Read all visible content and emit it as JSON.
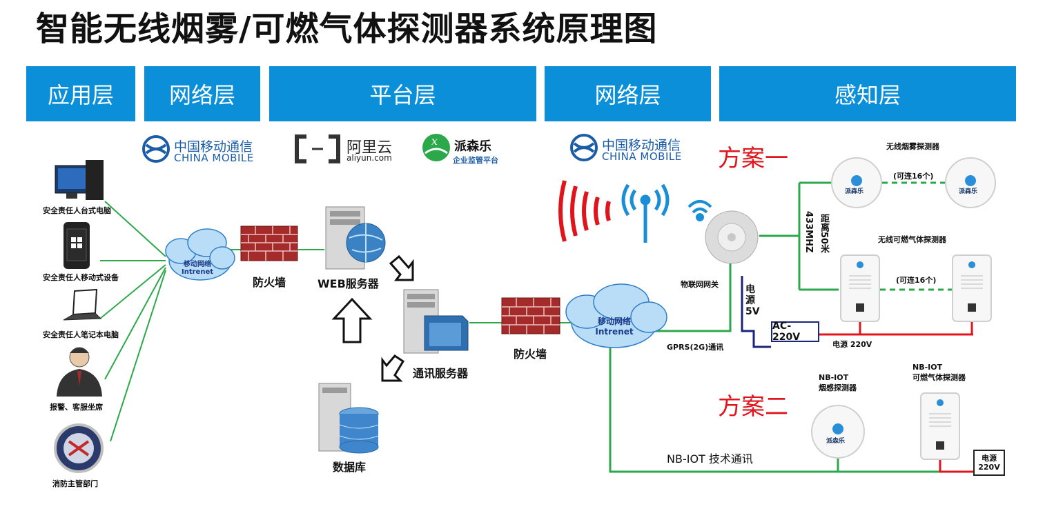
{
  "title": "智能无线烟雾/可燃气体探测器系统原理图",
  "layers": [
    "应用层",
    "网络层",
    "平台层",
    "网络层",
    "感知层"
  ],
  "logos": {
    "china_mobile_cn": "中国移动通信",
    "china_mobile_en": "CHINA MOBILE",
    "aliyun_cn": "阿里云",
    "aliyun_en": "aliyun.com",
    "paisenle_name": "派森乐",
    "paisenle_sub": "企业监管平台"
  },
  "users": [
    "安全责任人台式电脑",
    "安全责任人移动式设备",
    "安全责任人笔记本电脑",
    "报警、客服坐席",
    "消防主管部门"
  ],
  "cloud_label": [
    "移动网络",
    "Intrenet"
  ],
  "firewall": "防火墙",
  "web_server": "WEB服务器",
  "comm_server": "通讯服务器",
  "database": "数据库",
  "gateway": "物联网网关",
  "gprs": "GPRS(2G)通讯",
  "power5v": "电源5V",
  "ac220": "AC-220V",
  "power220": "电源 220V",
  "plan1": "方案一",
  "plan2": "方案二",
  "smoke_detector": "无线烟雾探测器",
  "gas_detector": "无线可燃气体探测器",
  "link16": "(可连16个)",
  "freq": "433MHZ",
  "distance": "距离50米",
  "nb_smoke": [
    "NB-IOT",
    "烟感探测器"
  ],
  "nb_gas": [
    "NB-IOT",
    "可燃气体探测器"
  ],
  "nb_tech": "NB-IOT 技术通讯",
  "power_box": [
    "电源",
    "220V"
  ],
  "device_brand": "派森乐",
  "colors": {
    "layer_blue": "#0a8fd8",
    "green_line": "#2aa84a",
    "red_line": "#e0151b",
    "navy_line": "#1a237e",
    "plan_red": "#e0151b"
  }
}
